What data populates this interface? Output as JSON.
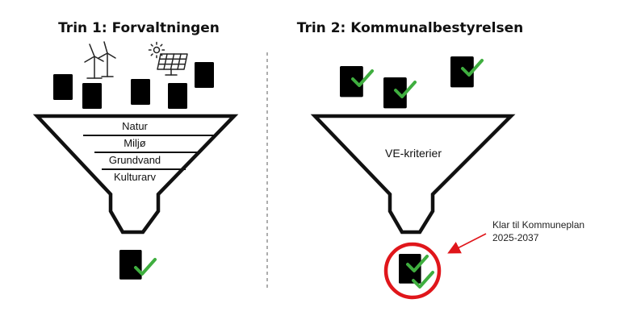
{
  "step1": {
    "title": "Trin 1: Forvaltningen",
    "filters": [
      "Natur",
      "Miljø",
      "Grundvand",
      "Kulturarv"
    ]
  },
  "step2": {
    "title": "Trin 2: Kommunalbestyrelsen",
    "funnel_label": "VE-kriterier",
    "annotation_line1": "Klar til Kommuneplan",
    "annotation_line2": "2025-2037"
  },
  "icons": [
    "document-icon",
    "wind-turbine-icon",
    "solar-panel-icon",
    "sun-icon",
    "check-icon"
  ],
  "colors": {
    "check": "#3fae3f",
    "highlight_circle": "#e0161b",
    "arrow": "#e0161b",
    "outline": "#111111"
  }
}
